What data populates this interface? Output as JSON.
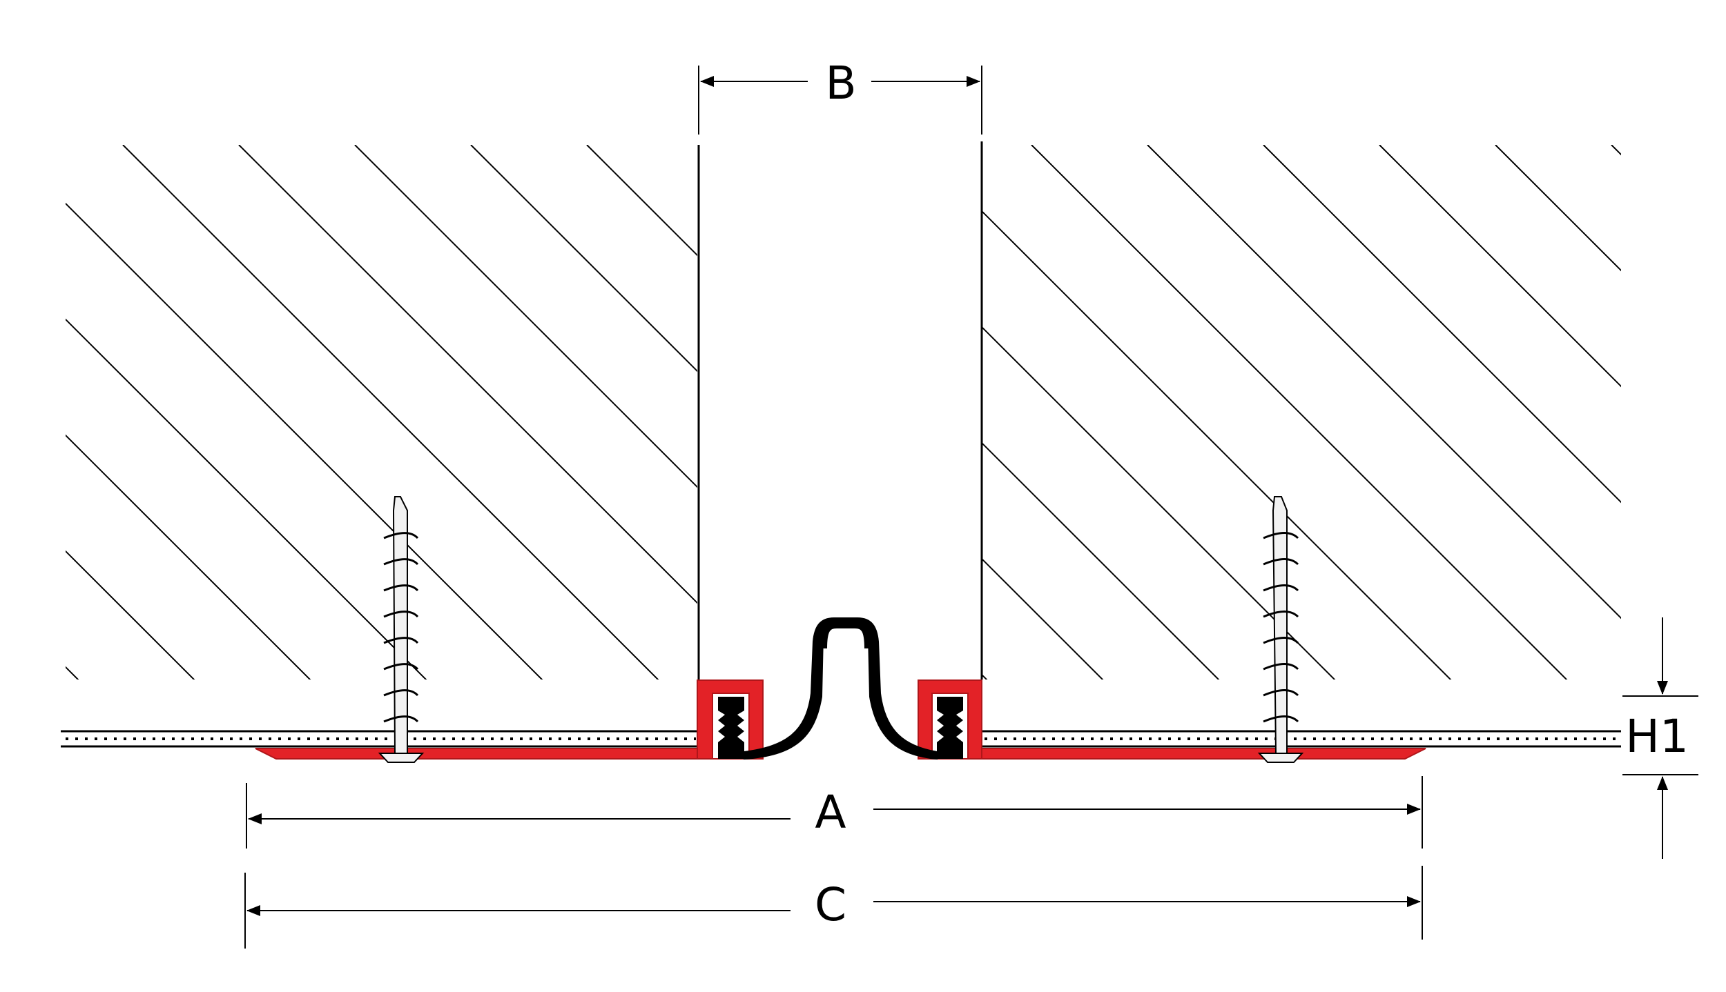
{
  "diagram": {
    "labels": {
      "b": "B",
      "a": "A",
      "c": "C",
      "h1": "H1"
    },
    "colors": {
      "profile_red": "#e32227",
      "profile_dark_red": "#b0161a",
      "insert_black": "#000000",
      "line": "#000000",
      "screw_fill": "#f2f2f2",
      "background": "#ffffff"
    }
  }
}
